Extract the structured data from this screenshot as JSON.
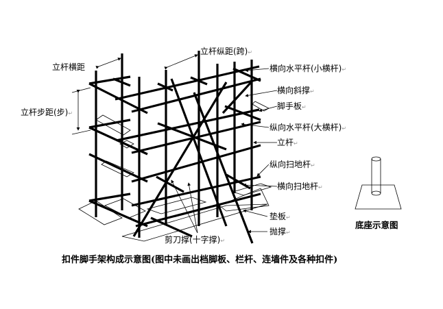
{
  "labels": {
    "post_transverse_spacing": "立杆横距",
    "post_longitudinal_spacing": "立杆纵距(跨)",
    "transverse_ledger": "横向水平杆(小横杆)",
    "transverse_brace": "横向斜撑",
    "scaffold_board": "脚手板",
    "longitudinal_ledger": "纵向水平杆(大横杆)",
    "post": "立杆",
    "step_height": "立杆步距(步)",
    "longitudinal_sweep_rod": "纵向扫地杆",
    "transverse_sweep_rod": "横向扫地杆",
    "base_plate": "垫板",
    "raking_shore": "抛撑",
    "cross_brace": "剪刀撑(十字撑)",
    "base_diagram": "底座示意图"
  },
  "return_mark": "↵",
  "caption": "扣件脚手架构成示意图(图中未画出档脚板、栏杆、连墙件及各种扣件)"
}
